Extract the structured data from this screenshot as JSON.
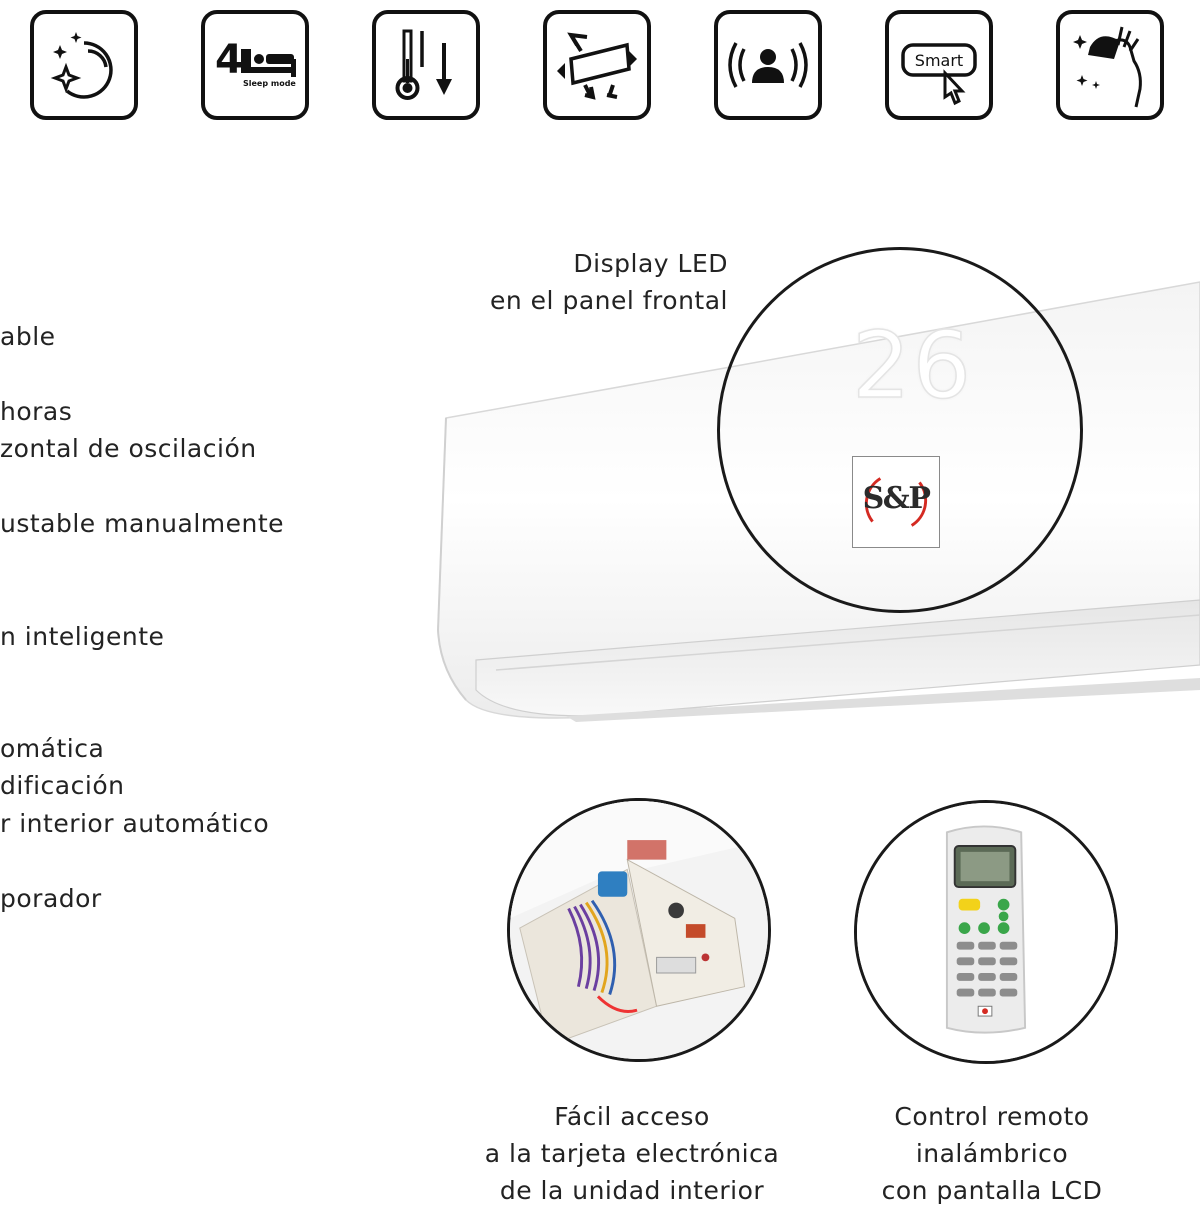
{
  "icons": [
    {
      "name": "self-clean-icon"
    },
    {
      "name": "sleep-mode-icon",
      "label": "Sleep mode",
      "number": "4"
    },
    {
      "name": "temperature-down-icon"
    },
    {
      "name": "air-swing-icon"
    },
    {
      "name": "follow-me-icon"
    },
    {
      "name": "smart-button-icon",
      "label": "Smart"
    },
    {
      "name": "easy-clean-panel-icon"
    }
  ],
  "features": [
    "able",
    "horas",
    "zontal de oscilación",
    "ustable manualmente",
    "n inteligente",
    "omática",
    "dificación",
    "r interior automático",
    "porador"
  ],
  "captions": {
    "led": [
      "Display LED",
      "en el panel frontal"
    ],
    "board": [
      "Fácil acceso",
      "a la tarjeta electrónica",
      "de la unidad interior"
    ],
    "remote": [
      "Control remoto",
      "inalámbrico",
      "con pantalla LCD"
    ]
  },
  "display": {
    "temperature": "26"
  },
  "brand": {
    "logo_text": "S&P",
    "accent_color": "#d42a22"
  },
  "colors": {
    "icon_stroke": "#111111",
    "text": "#232323",
    "remote_keys": "#3aa64a",
    "remote_yellow_key": "#f2d21a"
  }
}
